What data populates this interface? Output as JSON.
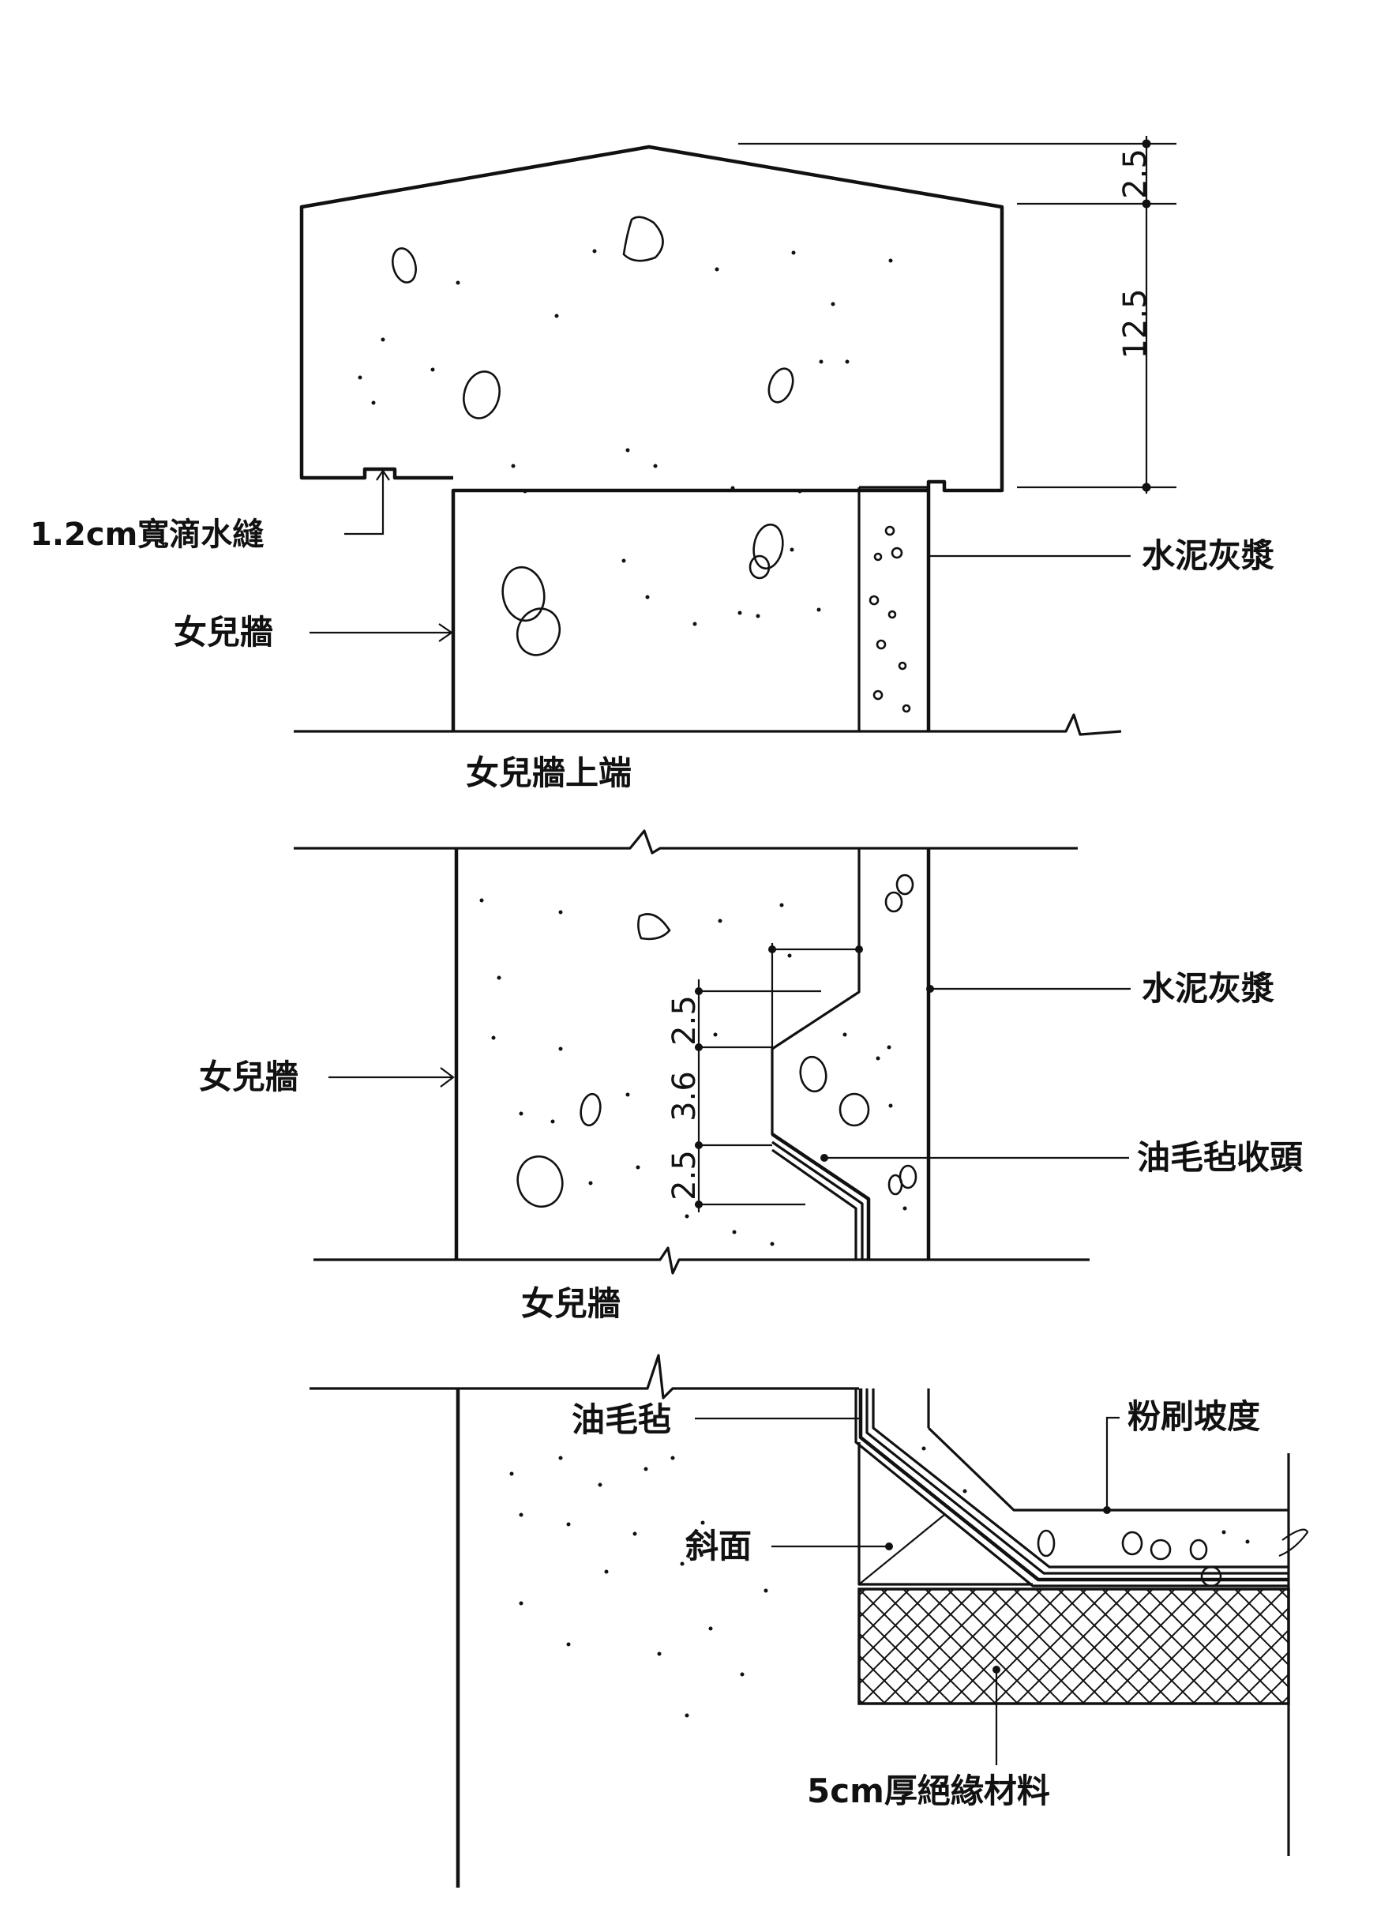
{
  "section1": {
    "drip_groove_label": "1.2cm寬滴水縫",
    "parapet_label": "女兒牆",
    "mortar_label": "水泥灰漿",
    "caption": "女兒牆上端",
    "dim_top": "2.5",
    "dim_cap": "12.5"
  },
  "section2": {
    "parapet_label": "女兒牆",
    "mortar_label": "水泥灰漿",
    "felt_end_label": "油毛毡收頭",
    "caption": "女兒牆",
    "dim_a": "2.5",
    "dim_b": "3.6",
    "dim_c": "2.5"
  },
  "section3": {
    "felt_label": "油毛毡",
    "slope_label": "粉刷坡度",
    "bevel_label": "斜面",
    "insulation_label": "5cm厚絕緣材料"
  },
  "colors": {
    "ink": "#111111",
    "paper": "#ffffff"
  }
}
